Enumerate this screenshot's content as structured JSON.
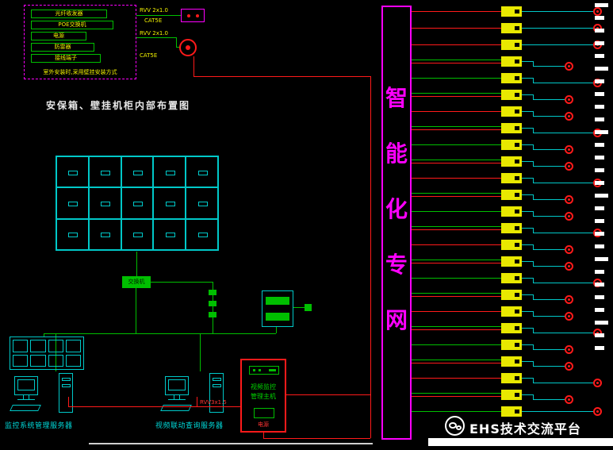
{
  "colors": {
    "magenta": "#ff00ff",
    "green": "#00bf00",
    "red": "#ff1a1a",
    "cyan": "#00c8c8",
    "yellow": "#e8e800",
    "white": "#ffffff"
  },
  "top_box": {
    "modules": [
      "光纤收发器",
      "POE交换机",
      "电源",
      "防雷器",
      "接线端子"
    ],
    "note": "室外安装时,采用壁挂安装方式",
    "wire_labels": {
      "w1": "RVV 2x1.0",
      "w2": "CAT5E",
      "w3": "RVV 2x1.0",
      "w4": "CAT5E"
    }
  },
  "captions": {
    "layout_title": "安保箱、壁挂机柜内部布置图",
    "server1": "监控系统管理服务器",
    "server2": "视频联动查询服务器"
  },
  "switch_label": "交换机",
  "controller": {
    "line1": "视频监控",
    "line2": "管理主机",
    "psu": "电源",
    "cable": "RVV3x1.5"
  },
  "network_bar": {
    "chars": [
      "智",
      "能",
      "化",
      "专",
      "网"
    ]
  },
  "watermark": {
    "text": "EHS技术交流平台"
  },
  "right_panel": {
    "tick_count": 28,
    "rows": [
      {
        "wire": "red",
        "cam": "far",
        "step": false
      },
      {
        "wire": "red",
        "cam": "far",
        "step": false
      },
      {
        "wire": "red",
        "cam": "far",
        "step": false
      },
      {
        "wire": "both",
        "cam": "near",
        "step": true
      },
      {
        "wire": "green",
        "cam": "far",
        "step": true
      },
      {
        "wire": "both",
        "cam": "near",
        "step": true
      },
      {
        "wire": "red",
        "cam": "near",
        "step": true
      },
      {
        "wire": "both",
        "cam": "far",
        "step": true
      },
      {
        "wire": "green",
        "cam": "near",
        "step": true
      },
      {
        "wire": "both",
        "cam": "near",
        "step": true
      },
      {
        "wire": "red",
        "cam": "far",
        "step": true
      },
      {
        "wire": "both",
        "cam": "near",
        "step": true
      },
      {
        "wire": "green",
        "cam": "near",
        "step": true
      },
      {
        "wire": "both",
        "cam": "far",
        "step": true
      },
      {
        "wire": "red",
        "cam": "near",
        "step": true
      },
      {
        "wire": "both",
        "cam": "near",
        "step": true
      },
      {
        "wire": "green",
        "cam": "far",
        "step": true
      },
      {
        "wire": "both",
        "cam": "near",
        "step": true
      },
      {
        "wire": "red",
        "cam": "near",
        "step": true
      },
      {
        "wire": "both",
        "cam": "far",
        "step": true
      },
      {
        "wire": "green",
        "cam": "near",
        "step": true
      },
      {
        "wire": "both",
        "cam": "near",
        "step": true
      },
      {
        "wire": "red",
        "cam": "far",
        "step": true
      },
      {
        "wire": "both",
        "cam": "near",
        "step": true
      },
      {
        "wire": "green",
        "cam": "far",
        "step": false
      }
    ]
  }
}
